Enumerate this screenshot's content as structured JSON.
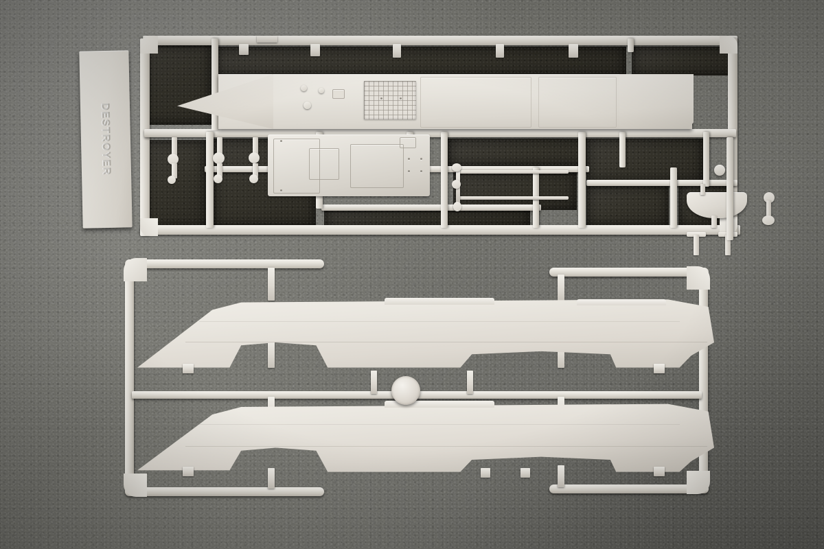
{
  "photo": {
    "title": "Plastic model kit sprue runners",
    "subject": "Destroyer warship scale model parts trees",
    "background_description": "dark gray felt fabric",
    "background_color": "#7b7b77",
    "plastic_color": "#e2dfd8",
    "shadow_color": "#332f29",
    "dimensions": "1200x800"
  },
  "label_plate": {
    "embossed_text": "DESTROYER",
    "orientation": "vertical"
  },
  "sprues": [
    {
      "id": "upper-sprue",
      "name": "Upper sprue runner",
      "description": "Rectangular parts tree containing the main deck, bow section, superstructure base, masts, stanchions and bridge bulwark",
      "part_count": 18
    },
    {
      "id": "lower-sprue",
      "name": "Lower sprue runner",
      "description": "Open frame parts tree holding two mirrored hull halves joined at a central injection gate",
      "part_count": 2
    }
  ],
  "parts": {
    "deck": "main deck with pointed bow",
    "grating": "deck grating panel",
    "superstructure": "superstructure base plate",
    "bulwark": "curved bridge bulwark",
    "masts": "thin mast and antenna runners",
    "stanchions": "T-shaped stanchion posts",
    "hull_port": "port hull half",
    "hull_starboard": "starboard hull half",
    "center_gate": "central circular injection gate"
  }
}
